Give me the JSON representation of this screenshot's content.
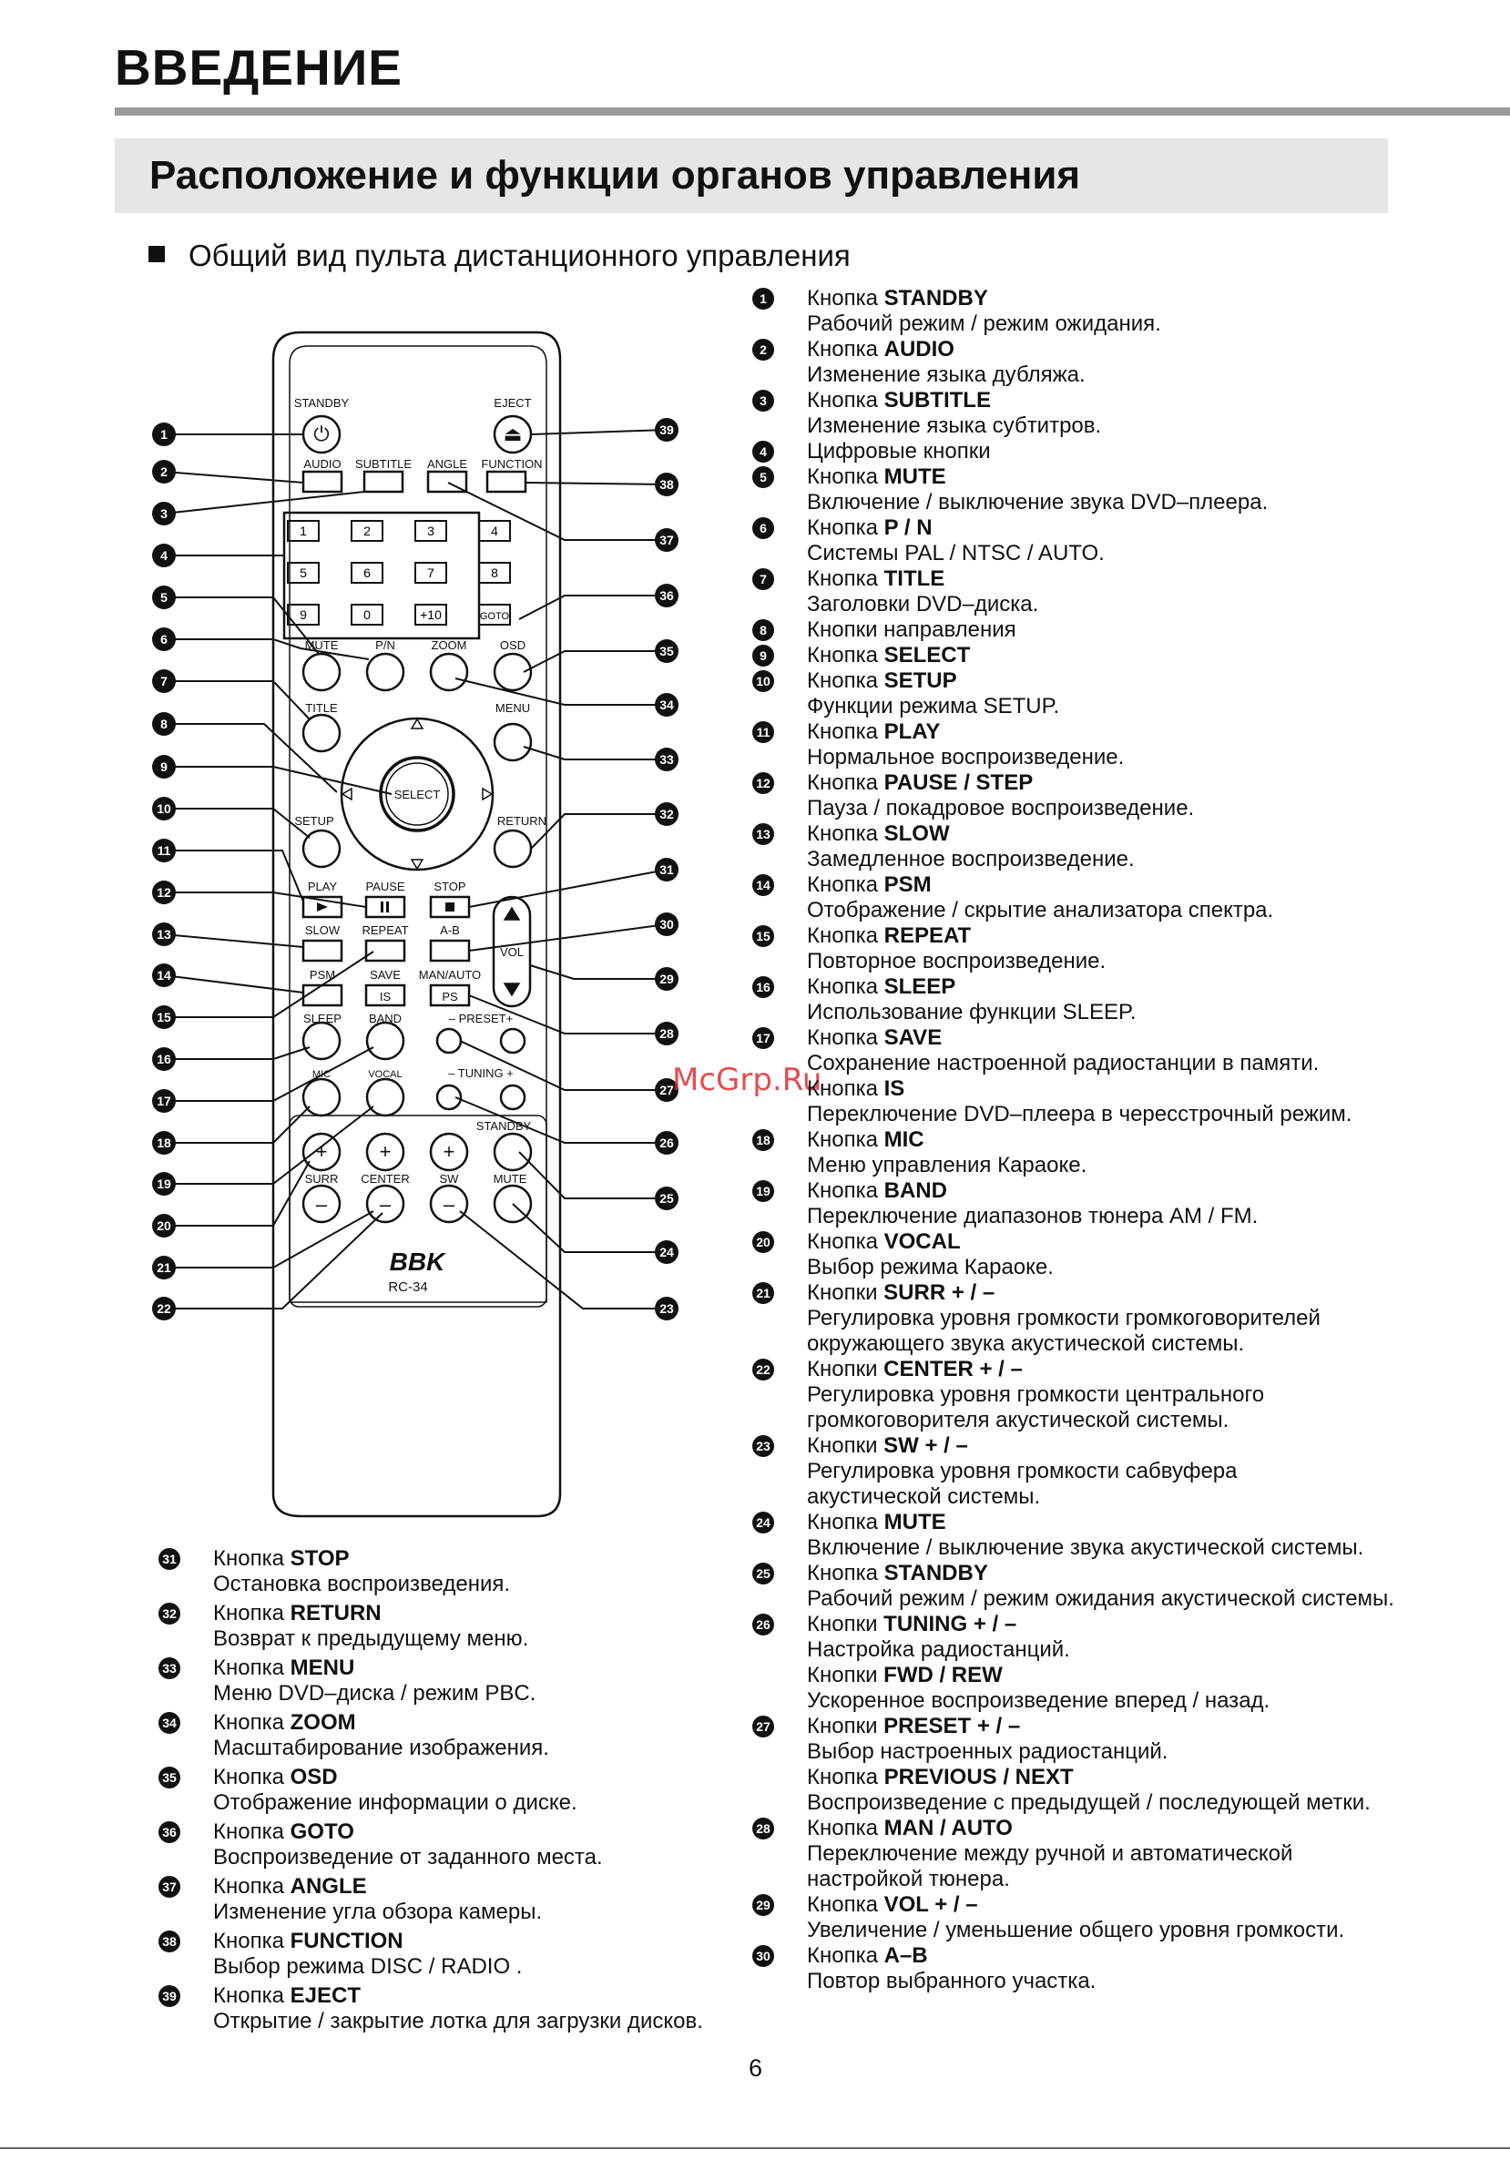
{
  "header": {
    "title": "ВВЕДЕНИЕ"
  },
  "section": {
    "title": "Расположение и функции органов управления"
  },
  "subheading": "Общий вид пульта дистанционного управления",
  "watermark": "McGrp.Ru",
  "page_number": "6",
  "remote": {
    "labels": {
      "standby": "STANDBY",
      "eject": "EJECT",
      "audio": "AUDIO",
      "subtitle": "SUBTITLE",
      "angle": "ANGLE",
      "function": "FUNCTION",
      "mute": "MUTE",
      "pn": "P/N",
      "zoom": "ZOOM",
      "osd": "OSD",
      "title": "TITLE",
      "menu": "MENU",
      "select": "SELECT",
      "setup": "SETUP",
      "return": "RETURN",
      "play": "PLAY",
      "pause": "PAUSE",
      "stop": "STOP",
      "slow": "SLOW",
      "repeat": "REPEAT",
      "ab": "A-B",
      "vol": "VOL",
      "psm": "PSM",
      "save": "SAVE",
      "manauto": "MAN/AUTO",
      "is": "IS",
      "ps": "PS",
      "sleep": "SLEEP",
      "band": "BAND",
      "preset": "– PRESET+",
      "mic": "MIC",
      "vocal": "VOCAL",
      "tuning": "– TUNING +",
      "standby2": "STANDBY",
      "surr": "SURR",
      "center": "CENTER",
      "sw": "SW",
      "mute2": "MUTE",
      "brand": "BBK",
      "model": "RC-34"
    },
    "digits": [
      "1",
      "2",
      "3",
      "4",
      "5",
      "6",
      "7",
      "8",
      "9",
      "0",
      "+10",
      "GOTO"
    ]
  },
  "items_right": [
    {
      "n": "1",
      "prefix": "Кнопка ",
      "key": "STANDBY",
      "desc": [
        "Рабочий режим / режим ожидания."
      ]
    },
    {
      "n": "2",
      "prefix": "Кнопка ",
      "key": "AUDIO",
      "desc": [
        "Изменение языка дубляжа."
      ]
    },
    {
      "n": "3",
      "prefix": "Кнопка ",
      "key": "SUBTITLE",
      "desc": [
        "Изменение языка субтитров."
      ]
    },
    {
      "n": "4",
      "prefix": "Цифровые кнопки",
      "key": "",
      "desc": []
    },
    {
      "n": "5",
      "prefix": "Кнопка ",
      "key": "MUTE",
      "desc": [
        "Включение / выключение звука DVD–плеера."
      ]
    },
    {
      "n": "6",
      "prefix": "Кнопка ",
      "key": "P / N",
      "desc": [
        "Системы PAL / NTSC / AUTO."
      ]
    },
    {
      "n": "7",
      "prefix": "Кнопка ",
      "key": "TITLE",
      "desc": [
        "Заголовки DVD–диска."
      ]
    },
    {
      "n": "8",
      "prefix": "Кнопки направления",
      "key": "",
      "desc": []
    },
    {
      "n": "9",
      "prefix": "Кнопка ",
      "key": "SELECT",
      "desc": []
    },
    {
      "n": "10",
      "prefix": "Кнопка ",
      "key": "SETUP",
      "desc": [
        "Функции режима SETUP."
      ]
    },
    {
      "n": "11",
      "prefix": "Кнопка ",
      "key": "PLAY",
      "desc": [
        "Нормальное воспроизведение."
      ]
    },
    {
      "n": "12",
      "prefix": "Кнопка ",
      "key": "PAUSE / STEP",
      "desc": [
        "Пауза / покадровое воспроизведение."
      ]
    },
    {
      "n": "13",
      "prefix": "Кнопка ",
      "key": "SLOW",
      "desc": [
        "Замедленное воспроизведение."
      ]
    },
    {
      "n": "14",
      "prefix": "Кнопка ",
      "key": "PSM",
      "desc": [
        "Отображение / скрытие анализатора спектра."
      ]
    },
    {
      "n": "15",
      "prefix": "Кнопка ",
      "key": "REPEAT",
      "desc": [
        "Повторное воспроизведение."
      ]
    },
    {
      "n": "16",
      "prefix": "Кнопка ",
      "key": "SLEEP",
      "desc": [
        "Использование функции SLEEP."
      ]
    },
    {
      "n": "17",
      "prefix": "Кнопка ",
      "key": "SAVE",
      "desc": [
        "Сохранение настроенной радиостанции в памяти."
      ]
    },
    {
      "n": "",
      "prefix": "Кнопка ",
      "key": "IS",
      "desc": [
        "Переключение DVD–плеера в чересстрочный режим."
      ]
    },
    {
      "n": "18",
      "prefix": "Кнопка ",
      "key": "MIC",
      "desc": [
        "Меню управления Караоке."
      ]
    },
    {
      "n": "19",
      "prefix": "Кнопка ",
      "key": "BAND",
      "desc": [
        "Переключение диапазонов тюнера AM / FM."
      ]
    },
    {
      "n": "20",
      "prefix": "Кнопка ",
      "key": "VOCAL",
      "desc": [
        "Выбор режима Караоке."
      ]
    },
    {
      "n": "21",
      "prefix": "Кнопки ",
      "key": "SURR + / –",
      "desc": [
        "Регулировка уровня громкости громкоговорителей",
        "окружающего звука акустической системы."
      ]
    },
    {
      "n": "22",
      "prefix": "Кнопки ",
      "key": "CENTER + / –",
      "desc": [
        "Регулировка уровня громкости центрального",
        "громкоговорителя акустической системы."
      ]
    },
    {
      "n": "23",
      "prefix": "Кнопки ",
      "key": "SW + / –",
      "desc": [
        "Регулировка уровня громкости сабвуфера",
        "акустической системы."
      ]
    },
    {
      "n": "24",
      "prefix": "Кнопка ",
      "key": "MUTE",
      "desc": [
        "Включение / выключение звука акустической системы."
      ]
    },
    {
      "n": "25",
      "prefix": "Кнопка ",
      "key": "STANDBY",
      "desc": [
        "Рабочий режим / режим ожидания акустической системы."
      ]
    },
    {
      "n": "26",
      "prefix": "Кнопки ",
      "key": "TUNING + / –",
      "desc": [
        "Настройка радиостанций."
      ]
    },
    {
      "n": "",
      "prefix": "Кнопки ",
      "key": "FWD / REW",
      "desc": [
        "Ускоренное воспроизведение вперед / назад."
      ]
    },
    {
      "n": "27",
      "prefix": "Кнопки ",
      "key": "PRESET + / –",
      "desc": [
        "Выбор настроенных радиостанций."
      ]
    },
    {
      "n": "",
      "prefix": "Кнопка ",
      "key": "PREVIOUS / NEXT",
      "desc": [
        "Воспроизведение с предыдущей  / последующей метки."
      ]
    },
    {
      "n": "28",
      "prefix": "Кнопка ",
      "key": "MAN / AUTO",
      "desc": [
        "Переключение между ручной и автоматической",
        "настройкой тюнера."
      ]
    },
    {
      "n": "29",
      "prefix": "Кнопка ",
      "key": "VOL + / –",
      "desc": [
        "Увеличение / уменьшение общего уровня громкости."
      ]
    },
    {
      "n": "30",
      "prefix": "Кнопка ",
      "key": "A–B",
      "desc": [
        "Повтор выбранного участка."
      ]
    }
  ],
  "items_left": [
    {
      "n": "31",
      "prefix": "Кнопка ",
      "key": "STOP",
      "desc": [
        "Остановка воспроизведения."
      ]
    },
    {
      "n": "32",
      "prefix": "Кнопка ",
      "key": "RETURN",
      "desc": [
        "Возврат к предыдущему меню."
      ]
    },
    {
      "n": "33",
      "prefix": "Кнопка ",
      "key": "MENU",
      "desc": [
        "Меню DVD–диска / режим PBC."
      ]
    },
    {
      "n": "34",
      "prefix": "Кнопка ",
      "key": "ZOOM",
      "desc": [
        "Масштабирование изображения."
      ]
    },
    {
      "n": "35",
      "prefix": "Кнопка ",
      "key": "OSD",
      "desc": [
        "Отображение информации о диске."
      ]
    },
    {
      "n": "36",
      "prefix": "Кнопка ",
      "key": "GOTO",
      "desc": [
        "Воспроизведение от заданного места."
      ]
    },
    {
      "n": "37",
      "prefix": "Кнопка ",
      "key": "ANGLE",
      "desc": [
        "Изменение угла обзора камеры."
      ]
    },
    {
      "n": "38",
      "prefix": "Кнопка ",
      "key": "FUNCTION",
      "desc": [
        "Выбор режима DISC / RADIO ."
      ]
    },
    {
      "n": "39",
      "prefix": "Кнопка ",
      "key": "EJECT",
      "desc": [
        "Открытие / закрытие лотка для загрузки дисков."
      ]
    }
  ]
}
